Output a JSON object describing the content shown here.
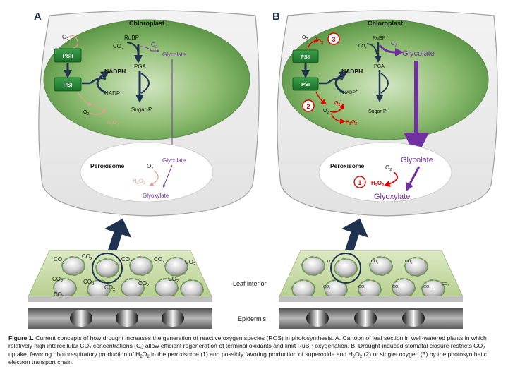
{
  "panels": [
    {
      "letter": "A",
      "chloroplast": "Chloroplast",
      "o2": "O",
      "rubp": "RuBP",
      "co2": "CO",
      "o2_rubisco": "O",
      "glycolate": "Glycolate",
      "pga": "PGA",
      "nadph": "NADPH",
      "nadp": "NADP",
      "psii": "PSII",
      "psi": "PSI",
      "sugar": "Sugar-P",
      "o2_lower": "O",
      "o2_superoxide": "O",
      "h2o2_chloro": "H",
      "peroxisome": "Peroxisome",
      "o2_perox": "O",
      "glycolate_perox": "Glycolate",
      "h2o2_perox": "H",
      "glyoxylate": "Glyoxylate",
      "co2_labels": [
        "CO",
        "CO",
        "CO",
        "CO",
        "CO",
        "CO",
        "CO",
        "CO",
        "CO",
        "CO",
        "CO",
        "CO",
        "CO"
      ]
    },
    {
      "letter": "B",
      "chloroplast": "Chloroplast",
      "o2": "O",
      "singlet": "O",
      "marker3": "3",
      "rubp": "RuBP",
      "co2": "CO",
      "o2_rubisco": "O",
      "glycolate": "Glycolate",
      "pga": "PGA",
      "nadph": "NADPH",
      "nadp": "NADP",
      "psii": "PSII",
      "psi": "PSI",
      "sugar": "Sugar-P",
      "marker2": "2",
      "o2_lower": "O",
      "o2_superoxide": "O",
      "h2o2_chloro": "H",
      "peroxisome": "Peroxisome",
      "glycolate_perox": "Glycolate",
      "o2_perox": "O",
      "marker1": "1",
      "h2o2_perox": "H",
      "glyoxylate": "Glyoxylate",
      "co2_labels": [
        "CO",
        "CO",
        "CO",
        "CO",
        "CO",
        "CO",
        "CO",
        "CO"
      ]
    }
  ],
  "labels": {
    "leaf_interior": "Leaf interior",
    "epidermis": "Epidermis"
  },
  "colors": {
    "chloroplast": "#6da455",
    "purple": "#7030a0",
    "faded": "#e5a090",
    "ros": "#e00000",
    "navy": "#1f3250",
    "ps_green": "#2a8a3a"
  },
  "caption": {
    "bold": "Figure 1.",
    "t1": " Current concepts of how drought increases the generation of reactive oxygen species (ROS) in photosynthesis. A. Cartoon of leaf section in well-watered plants in which relatively high intercellular CO",
    "sub1": "2",
    "t2": " concentrations (C",
    "sub2": "i",
    "t3": ") allow efficient regeneration of terminal oxidants and limit RuBP oxygenation. B. Drought-induced stomatal closure restricts CO",
    "sub3": "2",
    "t4": " uptake, favoring photorespiratory production of H",
    "sub4": "2",
    "t5": "O",
    "sub5": "2",
    "t6": " in the peroxisome (1) and possibly favoring production of superoxide and H",
    "sub6": "2",
    "t7": "O",
    "sub7": "2",
    "t8": " (2) or singlet oxygen (3) by the photosynthetic electron transport chain."
  }
}
